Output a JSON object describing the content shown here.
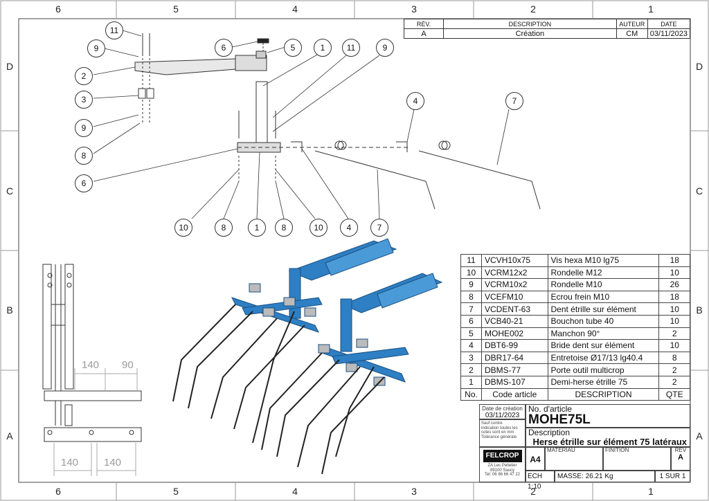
{
  "border_zones": {
    "columns": [
      "6",
      "5",
      "4",
      "3",
      "2",
      "1"
    ],
    "rows": [
      "D",
      "C",
      "B",
      "A"
    ]
  },
  "revision_table": {
    "headers": [
      "RÉV.",
      "DESCRIPTION",
      "AUTEUR",
      "DATE"
    ],
    "rows": [
      [
        "A",
        "Création",
        "CM",
        "03/11/2023"
      ]
    ]
  },
  "callouts": {
    "c11a": "11",
    "c9a": "9",
    "c2": "2",
    "c3": "3",
    "c9b": "9",
    "c8a": "8",
    "c6a": "6",
    "c6b": "6",
    "c5": "5",
    "c1a": "1",
    "c11b": "11",
    "c9c": "9",
    "c4a": "4",
    "c7a": "7",
    "c10a": "10",
    "c8b": "8",
    "c1b": "1",
    "c8c": "8",
    "c10b": "10",
    "c4b": "4",
    "c7b": "7"
  },
  "dimensions": {
    "d140a": "140",
    "d90": "90",
    "d140b": "140",
    "d140c": "140"
  },
  "bom": {
    "headers": [
      "No.",
      "Code article",
      "DESCRIPTION",
      "QTE"
    ],
    "rows": [
      [
        "11",
        "VCVH10x75",
        "Vis hexa M10 lg75",
        "18"
      ],
      [
        "10",
        "VCRM12x2",
        "Rondelle M12",
        "10"
      ],
      [
        "9",
        "VCRM10x2",
        "Rondelle M10",
        "26"
      ],
      [
        "8",
        "VCEFM10",
        "Ecrou frein M10",
        "18"
      ],
      [
        "7",
        "VCDENT-63",
        "Dent étrille sur élément",
        "10"
      ],
      [
        "6",
        "VCB40-21",
        "Bouchon tube 40",
        "10"
      ],
      [
        "5",
        "MOHE002",
        "Manchon 90°",
        "2"
      ],
      [
        "4",
        "DBT6-99",
        "Bride dent sur élément",
        "10"
      ],
      [
        "3",
        "DBR17-64",
        "Entretoise Ø17/13 lg40.4",
        "8"
      ],
      [
        "2",
        "DBMS-77",
        "Porte outil multicrop",
        "2"
      ],
      [
        "1",
        "DBMS-107",
        "Demi-herse étrille 75",
        "2"
      ]
    ]
  },
  "title_block": {
    "date_label": "Date de création",
    "date_value": "03/11/2023",
    "tolerance_lines": [
      "Sauf contre",
      "indication toutes les",
      "cotes sont en mm",
      "Tolérance générale"
    ],
    "article_label": "No. d'article",
    "article_value": "MOHE75L",
    "description_label": "Description",
    "description_value": "Herse étrille sur élément 75 latéraux",
    "logo_text": "FELCROP",
    "address_lines": [
      "ZA Les Pelletier",
      "89100 Saucy",
      "Tel: 06 86 66 47 22"
    ],
    "format": "A4",
    "materiau_label": "MATERIAU",
    "finition_label": "FINITION",
    "rev_label": "REV",
    "rev_value": "A",
    "scale": "ECH 1:10",
    "mass": "MASSE: 26.21 Kg",
    "sheet": "1 SUR 1"
  },
  "colors": {
    "part_blue": "#2e7fc4",
    "part_blue_dark": "#1d5c94",
    "line": "#333333"
  }
}
